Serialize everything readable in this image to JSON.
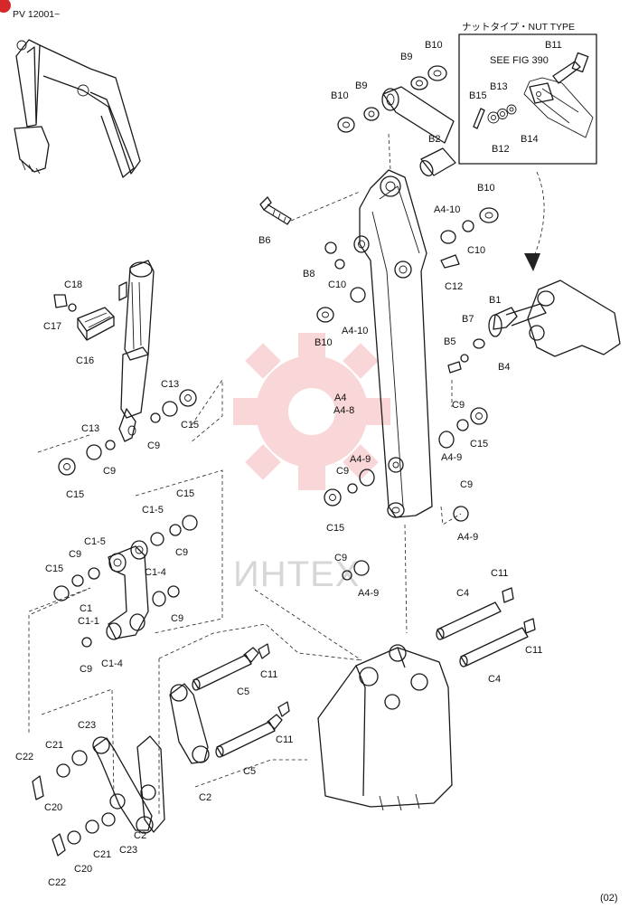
{
  "header": {
    "serial": "PV 12001~",
    "nut_type_title": "ナットタイプ・NUT TYPE",
    "see_fig": "SEE FIG 390",
    "corner_mark": "(02)"
  },
  "watermark": {
    "text": "ИНТЕХ",
    "color": "#e8494f"
  },
  "labels": {
    "b10_top_right": "B10",
    "b9_top": "B9",
    "b9_left": "B9",
    "b10_left": "B10",
    "b2": "B2",
    "b11": "B11",
    "b13": "B13",
    "b15": "B15",
    "b12": "B12",
    "b14": "B14",
    "b6": "B6",
    "a4_10_top": "A4-10",
    "b10_mid": "B10",
    "c10_right": "C10",
    "b8": "B8",
    "c12": "C12",
    "c10_left": "C10",
    "a4_10_left": "A4-10",
    "b10_lower": "B10",
    "b1": "B1",
    "b7": "B7",
    "b5": "B5",
    "b4": "B4",
    "a4": "A4",
    "a4_8": "A4-8",
    "c18": "C18",
    "c17": "C17",
    "c16": "C16",
    "c13_upper": "C13",
    "c15_upper": "C15",
    "c9_upper": "C9",
    "c13_left": "C13",
    "c9_left": "C9",
    "c15_left": "C15",
    "c9_right_a": "C9",
    "c15_right_a": "C15",
    "a4_9_right": "A4-9",
    "a4_9_mid": "A4-9",
    "c9_mid": "C9",
    "c15_mid": "C15",
    "c9_right_b": "C9",
    "a4_9_right_b": "A4-9",
    "c15_link": "C15",
    "c1_5_upper": "C1-5",
    "c9_link_a": "C9",
    "c1_5_left": "C1-5",
    "c9_link_b": "C9",
    "c15_link_left": "C15",
    "c1_4_right": "C1-4",
    "c1": "C1",
    "c1_1": "C1-1",
    "c9_link_c": "C9",
    "c9_link_d": "C9",
    "c1_4_bottom": "C1-4",
    "c9_center": "C9",
    "a4_9_center": "A4-9",
    "c11_top": "C11",
    "c4_top": "C4",
    "c11_right": "C11",
    "c4_right": "C4",
    "c11_mid": "C11",
    "c5_upper": "C5",
    "c11_lower": "C11",
    "c5_lower": "C5",
    "c2_mid": "C2",
    "c23_top": "C23",
    "c21_top": "C21",
    "c22_top": "C22",
    "c20_top": "C20",
    "c2_bottom": "C2",
    "c23_bottom": "C23",
    "c21_bottom": "C21",
    "c20_bottom": "C20",
    "c22_bottom": "C22"
  }
}
